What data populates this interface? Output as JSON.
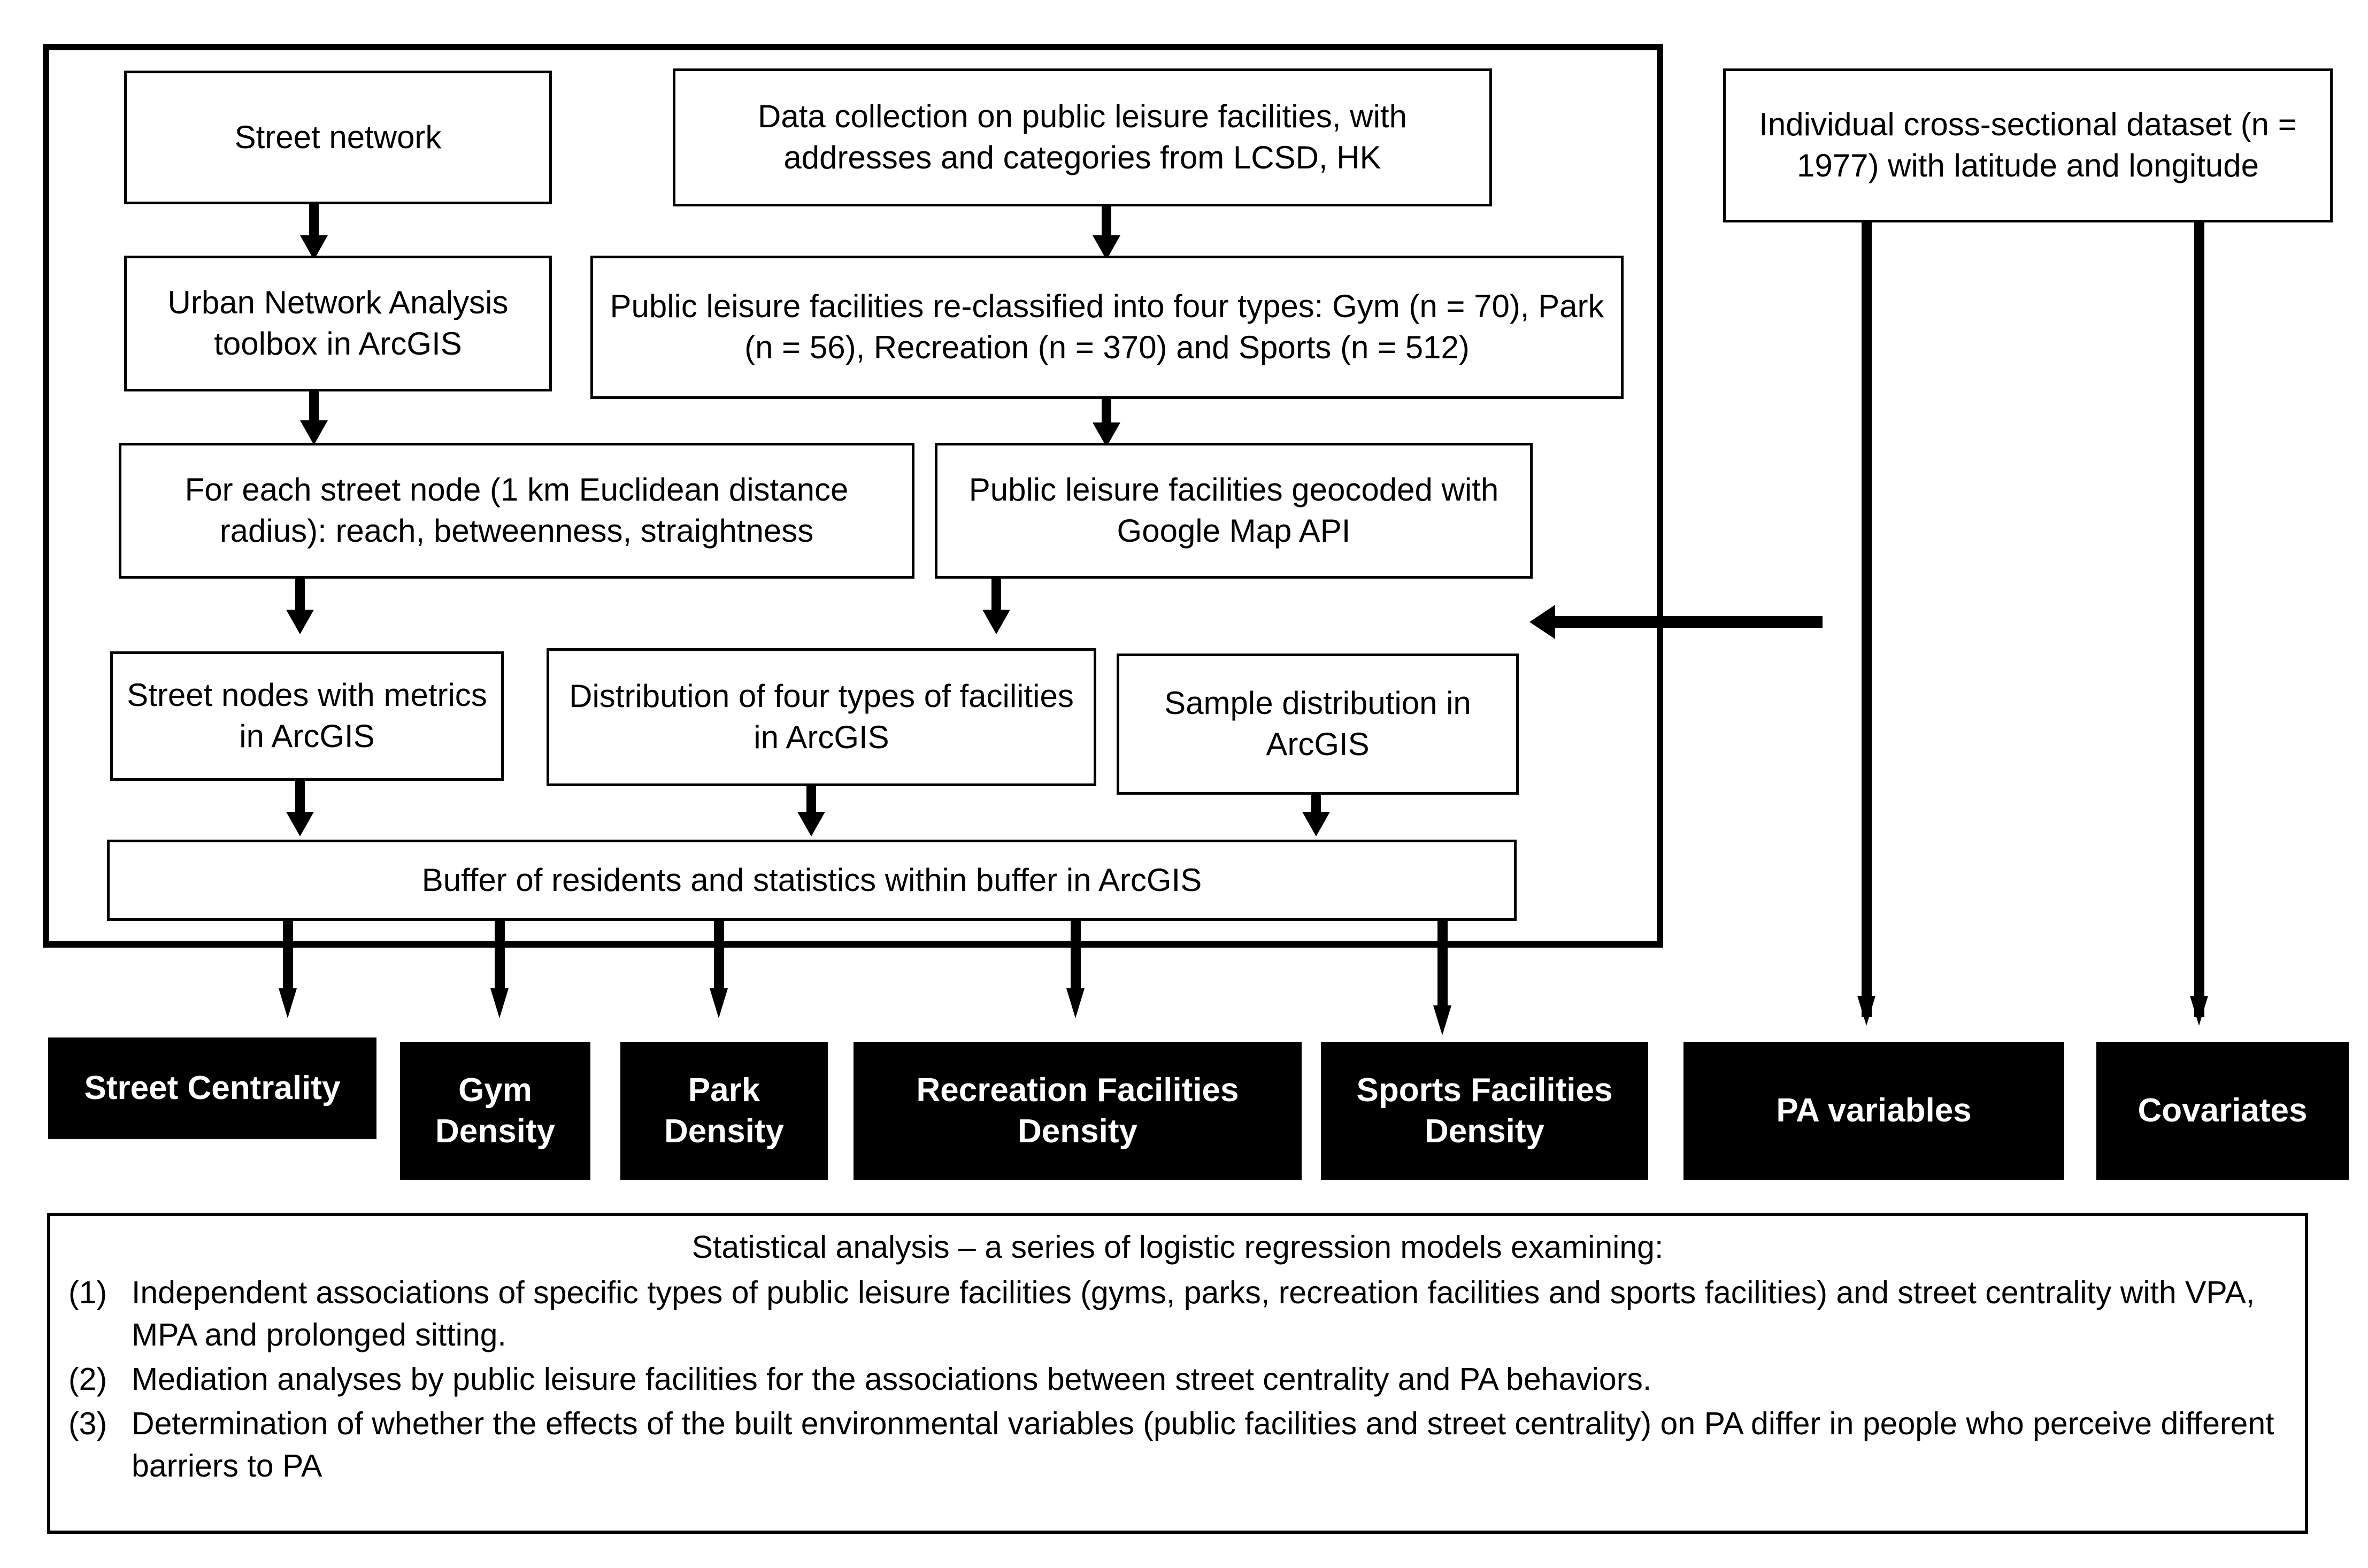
{
  "figure": {
    "type": "flowchart",
    "title": "Study design flowchart of built environment and physical activity analysis"
  },
  "boxes": {
    "street_network": "Street network",
    "data_collection": "Data collection on public leisure facilities, with addresses and categories from LCSD, HK",
    "individual_dataset": "Individual cross-sectional dataset (n = 1977) with latitude and longitude",
    "una_toolbox": "Urban Network Analysis toolbox in ArcGIS",
    "reclassified": "Public leisure facilities re-classified into four types: Gym (n = 70), Park (n = 56), Recreation (n = 370) and Sports (n = 512)",
    "street_node_metrics": "For each street node (1 km Euclidean distance radius): reach, betweenness, straightness",
    "geocoded": "Public leisure facilities geocoded with Google Map API",
    "street_nodes_metrics_arcgis": "Street nodes with metrics in ArcGIS",
    "distribution_facilities": "Distribution of four types of facilities in ArcGIS",
    "sample_distribution": "Sample distribution in ArcGIS",
    "buffer": "Buffer of residents and statistics within buffer in ArcGIS"
  },
  "outputs": [
    {
      "label": "Street Centrality"
    },
    {
      "label": "Gym Density"
    },
    {
      "label": "Park Density"
    },
    {
      "label": "Recreation Facilities Density"
    },
    {
      "label": "Sports Facilities Density"
    },
    {
      "label": "PA variables"
    },
    {
      "label": "Covariates"
    }
  ],
  "statistical_analysis": {
    "heading": "Statistical analysis – a series of logistic regression models examining:",
    "items": [
      {
        "number": "(1)",
        "text": "Independent associations of specific types of public leisure facilities (gyms, parks, recreation facilities and sports facilities) and street centrality with VPA, MPA and prolonged sitting."
      },
      {
        "number": "(2)",
        "text": "Mediation analyses by public leisure facilities for the associations between street centrality and PA behaviors."
      },
      {
        "number": "(3)",
        "text": "Determination of whether the effects of the built environmental variables (public facilities and street centrality) on PA differ in people who perceive different barriers to PA"
      }
    ]
  },
  "colors": {
    "stroke": "#000000",
    "background": "#ffffff",
    "output_box_fill": "#000000",
    "output_box_text": "#ffffff"
  }
}
